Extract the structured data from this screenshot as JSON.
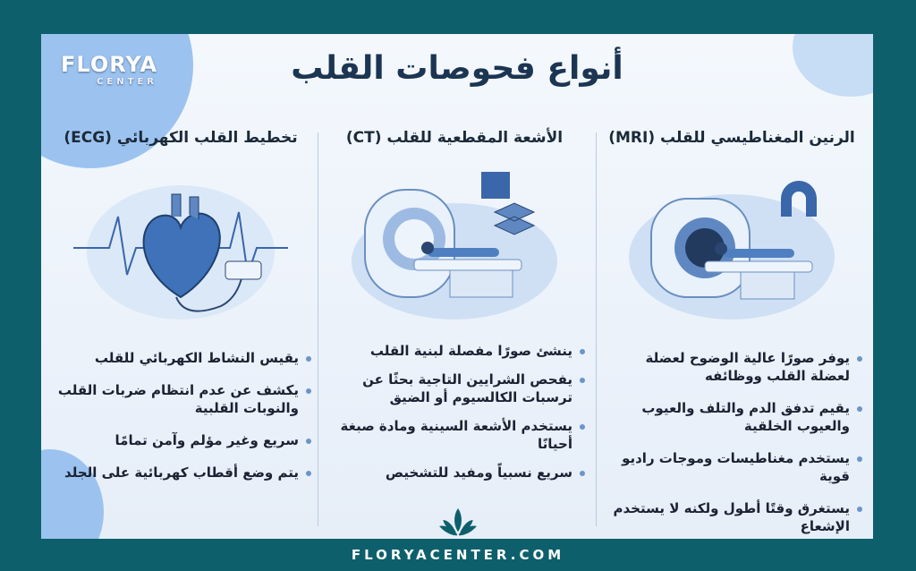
{
  "logo": {
    "line1": "FLORYA",
    "line2": "CENTER"
  },
  "title": "أنواع فحوصات القلب",
  "columns": [
    {
      "heading": "الرنين المغناطيسي للقلب (MRI)",
      "icon": "mri-scanner-icon",
      "bullets": [
        "يوفر صورًا عالية الوضوح لعضلة لعضلة القلب ووظائفه",
        "يقيم تدفق الدم والتلف والعيوب والعيوب الخلقية",
        "يستخدم مغناطيسات وموجات راديو قوية",
        "يستغرق وقتًا أطول ولكنه لا يستخدم الإشعاع"
      ]
    },
    {
      "heading": "الأشعة المقطعية للقلب (CT)",
      "icon": "ct-scanner-icon",
      "bullets": [
        "ينشئ صورًا مفصلة لبنية القلب",
        "يفحص الشرايين التاجية بحثًا عن ترسبات الكالسيوم أو الضيق",
        "يستخدم الأشعة السينية ومادة صبغة أحيانًا",
        "سريع نسبياً ومفيد للتشخيص"
      ]
    },
    {
      "heading": "تخطيط القلب الكهربائي (ECG)",
      "icon": "heart-ecg-icon",
      "bullets": [
        "يقيس النشاط الكهربائي للقلب",
        "يكشف عن عدم انتظام ضربات القلب والنوبات القلبية",
        "سريع وغير مؤلم وآمن تمامًا",
        "يتم وضع أقطاب كهربائية على الجلد"
      ]
    }
  ],
  "footer": {
    "website": "FLORYACENTER.COM"
  },
  "colors": {
    "frame": "#0e5f6c",
    "title": "#1b3552",
    "accent": "#6b95c8"
  }
}
